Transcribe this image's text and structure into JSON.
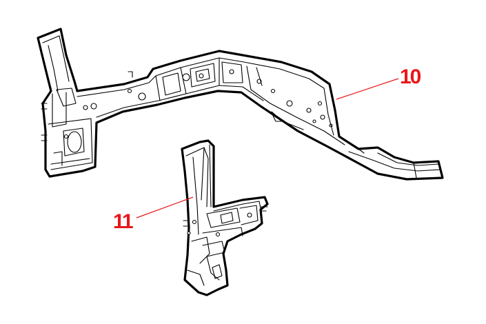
{
  "callouts": [
    {
      "id": "part-10",
      "label": "10"
    },
    {
      "id": "part-11",
      "label": "11"
    }
  ],
  "colors": {
    "callout_red": "#e8171b",
    "line": "#000000",
    "background": "#ffffff"
  }
}
